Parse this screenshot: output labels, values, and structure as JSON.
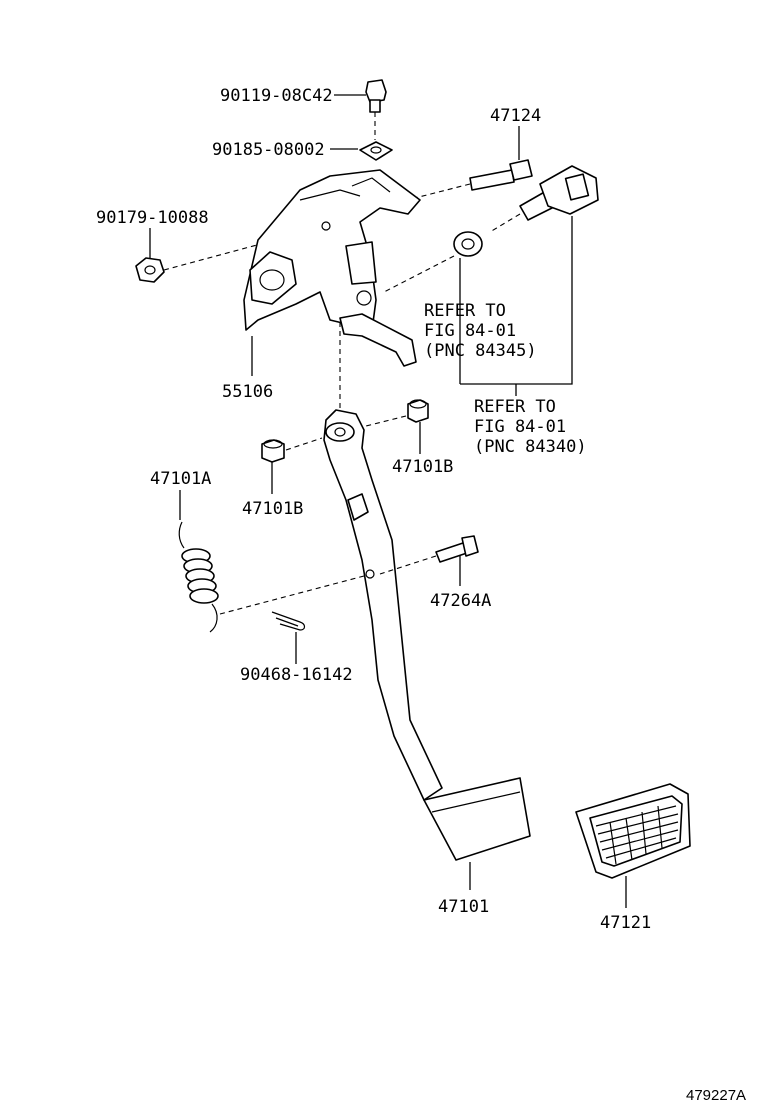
{
  "parts": {
    "bolt_90119": "90119-08C42",
    "nut_90185": "90185-08002",
    "nut_90179": "90179-10088",
    "bolt_47124": "47124",
    "bracket_55106": "55106",
    "ref_84345": {
      "line1": "REFER TO",
      "line2": "FIG 84-01",
      "line3": "(PNC 84345)"
    },
    "ref_84340": {
      "line1": "REFER TO",
      "line2": "FIG 84-01",
      "line3": "(PNC 84340)"
    },
    "spring_47101A": "47101A",
    "bushing_47101B_left": "47101B",
    "bushing_47101B_right": "47101B",
    "pin_47264A": "47264A",
    "clip_90468": "90468-16142",
    "pedal_47101": "47101",
    "pad_47121": "47121"
  },
  "figure_id": "479227A"
}
